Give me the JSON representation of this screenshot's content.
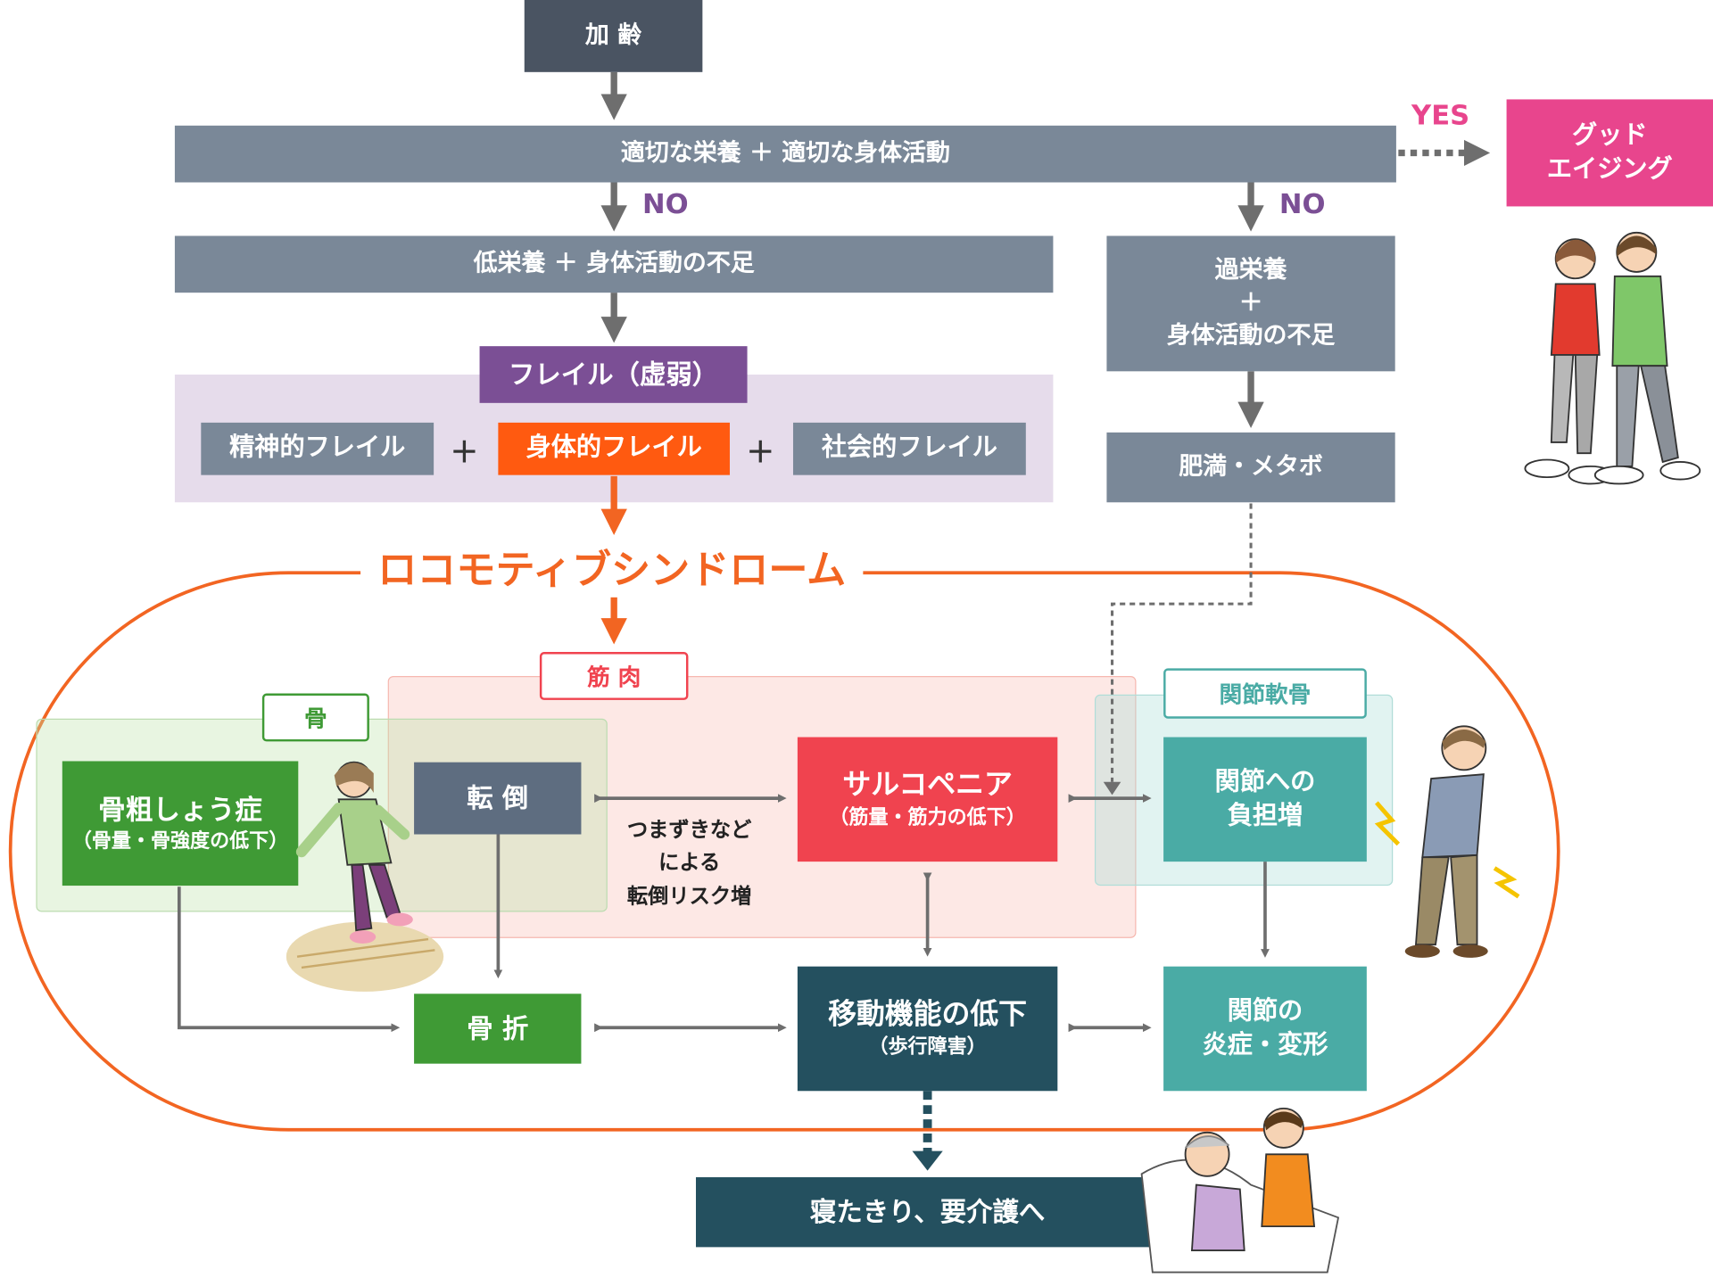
{
  "colors": {
    "gray": "#7a8898",
    "dark": "#4a5462",
    "purple": "#7b4f95",
    "orange": "#ff5a10",
    "pink": "#e8458d",
    "red": "#f0434f",
    "green": "#3f9a35",
    "teal": "#4aaba5",
    "navy": "#24505f",
    "slate": "#5e6d80",
    "loco": "#f26522"
  },
  "top": {
    "aging": "加 齢",
    "good": "適切な栄養 ＋ 適切な身体活動"
  },
  "branch": {
    "no_left": "NO",
    "no_right": "NO",
    "yes": "YES"
  },
  "good_aging": {
    "line1": "グッド",
    "line2": "エイジング"
  },
  "under": "低栄養 ＋ 身体活動の不足",
  "over": {
    "line1": "過栄養",
    "line2": "＋",
    "line3": "身体活動の不足"
  },
  "obesity": "肥満・メタボ",
  "frail": {
    "title": "フレイル（虚弱）",
    "mental": "精神的フレイル",
    "plus1": "＋",
    "physical": "身体的フレイル",
    "plus2": "＋",
    "social": "社会的フレイル"
  },
  "loco": "ロコモティブシンドローム",
  "zones": {
    "muscle": "筋 肉",
    "bone": "骨",
    "joint": "関節軟骨"
  },
  "nodes": {
    "osteoporosis": {
      "title": "骨粗しょう症",
      "sub": "（骨量・骨強度の低下）"
    },
    "fall": "転 倒",
    "fall_note": {
      "line1": "つまずきなど",
      "line2": "による",
      "line3": "転倒リスク増"
    },
    "sarcopenia": {
      "title": "サルコペニア",
      "sub": "（筋量・筋力の低下）"
    },
    "joint_load": {
      "line1": "関節への",
      "line2": "負担増"
    },
    "fracture": "骨 折",
    "mobility": {
      "title": "移動機能の低下",
      "sub": "（歩行障害）"
    },
    "joint_inflam": {
      "line1": "関節の",
      "line2": "炎症・変形"
    },
    "bedridden": "寝たきり、要介護へ"
  },
  "icons": [
    "walking-couple-illustration",
    "falling-woman-illustration",
    "knee-pain-man-illustration",
    "caregiver-illustration"
  ]
}
